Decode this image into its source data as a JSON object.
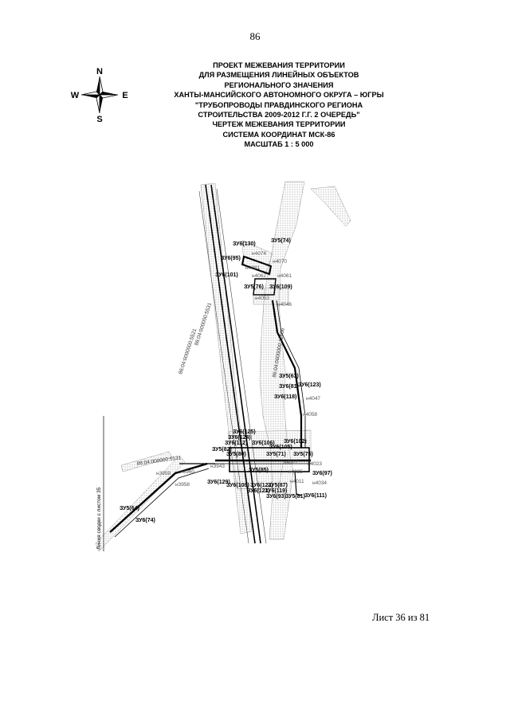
{
  "page_number": "86",
  "title_lines": [
    "ПРОЕКТ МЕЖЕВАНИЯ ТЕРРИТОРИИ",
    "ДЛЯ РАЗМЕЩЕНИЯ ЛИНЕЙНЫХ ОБЪЕКТОВ",
    "РЕГИОНАЛЬНОГО ЗНАЧЕНИЯ",
    "ХАНТЫ-МАНСИЙСКОГО АВТОНОМНОГО ОКРУГА – ЮГРЫ",
    "\"ТРУБОПРОВОДЫ ПРАВДИНСКОГО РЕГИОНА",
    "СТРОИТЕЛЬСТВА 2009-2012 Г.Г. 2 ОЧЕРЕДЬ\"",
    "ЧЕРТЕЖ МЕЖЕВАНИЯ ТЕРРИТОРИИ",
    "СИСТЕМА КООРДИНАТ МСК-86",
    "МАСШТАБ 1 : 5 000"
  ],
  "compass": {
    "n": "N",
    "s": "S",
    "w": "W",
    "e": "E"
  },
  "map": {
    "side_note": "Линия сводки с листом 35",
    "parcels": [
      "ЗУ6(130)",
      "ЗУ5(74)",
      "ЗУ6(95)",
      "ЗУ6(101)",
      "ЗУ5(76)",
      "ЗУ6(109)",
      "ЗУ5(63)",
      "ЗУ6(81)",
      "ЗУ6(123)",
      "ЗУ6(118)",
      "ЗУ6(125)",
      "ЗУ6(124)",
      "ЗУ6(112)",
      "ЗУ6(106)",
      "ЗУ5(82)",
      "ЗУ5(80)",
      "ЗУ6(105)",
      "ЗУ6(102)",
      "ЗУ5(71)",
      "ЗУ5(75)",
      "ЗУ6(97)",
      "ЗУ5(85)",
      "ЗУ6(129)",
      "ЗУ6(108)",
      "ЗУ6(122)",
      "ЗУ5(87)",
      "ЗУ6(121)",
      "ЗУ6(119)",
      "ЗУ6(93)",
      "ЗУ5(81)",
      "ЗУ6(111)",
      "ЗУ5(64)",
      "ЗУ6(74)"
    ],
    "cadastral": [
      "86:04:0000000:5521",
      "86:04:000000:5531",
      "86:04:0000000:11606",
      "86:04:0000000:11606",
      "86:04:000000:5531"
    ],
    "points": [
      "н4074",
      "н4070",
      "н4081",
      "н4062",
      "н4061",
      "н4053",
      "н4046",
      "н4047",
      "н4058",
      "н4023",
      "н4022",
      "н4034",
      "н4011",
      "н3943",
      "н3959",
      "н3960",
      "н3958",
      "н4025"
    ]
  },
  "sheet_label": "Лист 36 из 81"
}
